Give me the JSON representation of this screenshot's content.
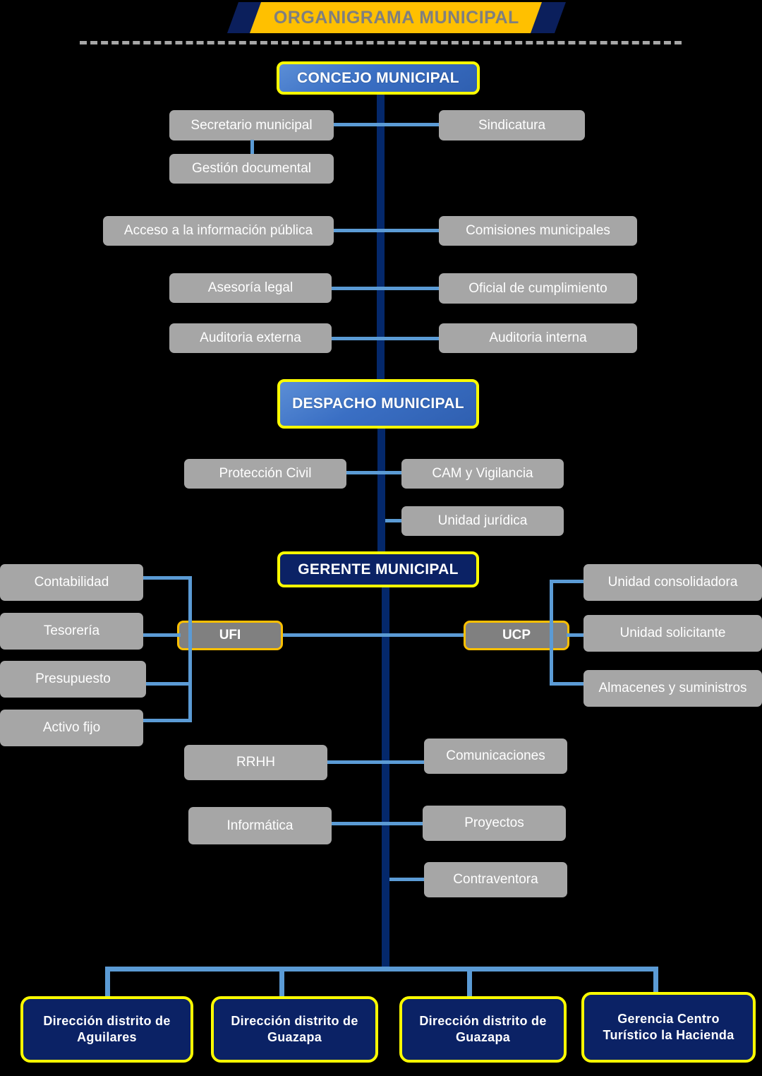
{
  "title": {
    "text": "ORGANIGRAMA MUNICIPAL"
  },
  "colors": {
    "background": "#000000",
    "banner_accent": "#ffc000",
    "banner_dark": "#0b1f5c",
    "banner_text": "#7f7f7f",
    "node_gray": "#a6a6a6",
    "node_unit_gray": "#808080",
    "node_navy": "#0b2265",
    "node_primary_blue": "#3a6fc4",
    "outline_yellow": "#ffff00",
    "outline_gold": "#ffc000",
    "trunk_navy": "#04286b",
    "link_blue": "#5b9bd5",
    "dash_gray": "#a6a6a6"
  },
  "nodes": {
    "concejo_municipal": "CONCEJO MUNICIPAL",
    "despacho_municipal": "DESPACHO MUNICIPAL",
    "gerente_municipal": "GERENTE MUNICIPAL",
    "secretario_municipal": "Secretario municipal",
    "gestion_documental": "Gestión documental",
    "sindicatura": "Sindicatura",
    "acceso_informacion": "Acceso a la información pública",
    "comisiones_municipales": "Comisiones municipales",
    "asesoria_legal": "Asesoría legal",
    "oficial_cumplimiento": "Oficial de cumplimiento",
    "auditoria_externa": "Auditoria externa",
    "auditoria_interna": "Auditoria interna",
    "proteccion_civil": "Protección Civil",
    "cam_vigilancia": "CAM y Vigilancia",
    "unidad_juridica": "Unidad jurídica",
    "ufi": "UFI",
    "ucp": "UCP",
    "contabilidad": "Contabilidad",
    "tesoreria": "Tesorería",
    "presupuesto": "Presupuesto",
    "activo_fijo": "Activo fijo",
    "unidad_consolidadora": "Unidad consolidadora",
    "unidad_solicitante": "Unidad solicitante",
    "almacenes_suministros": "Almacenes y suministros",
    "rrhh": "RRHH",
    "comunicaciones": "Comunicaciones",
    "informatica": "Informática",
    "proyectos": "Proyectos",
    "contraventora": "Contraventora",
    "distrito_aguilares": "Dirección distrito de Aguilares",
    "distrito_guazapa_1": "Dirección distrito de Guazapa",
    "distrito_guazapa_2": "Dirección distrito de Guazapa",
    "gerencia_centro_turistico": "Gerencia Centro Turístico la Hacienda"
  },
  "hierarchy": {
    "root": "CONCEJO MUNICIPAL",
    "levels": [
      {
        "parent": "CONCEJO MUNICIPAL",
        "staff_left": [
          "Secretario municipal",
          "Gestión documental",
          "Acceso a la información pública",
          "Asesoría legal",
          "Auditoria externa"
        ],
        "staff_right": [
          "Sindicatura",
          "Comisiones municipales",
          "Oficial de cumplimiento",
          "Auditoria interna"
        ]
      },
      {
        "parent": "DESPACHO MUNICIPAL",
        "staff_left": [
          "Protección Civil"
        ],
        "staff_right": [
          "CAM y Vigilancia",
          "Unidad jurídica"
        ]
      },
      {
        "parent": "GERENTE MUNICIPAL",
        "staff_left": [
          "UFI",
          "RRHH",
          "Informática"
        ],
        "staff_right": [
          "UCP",
          "Comunicaciones",
          "Proyectos",
          "Contraventora"
        ],
        "ufi_children": [
          "Contabilidad",
          "Tesorería",
          "Presupuesto",
          "Activo fijo"
        ],
        "ucp_children": [
          "Unidad consolidadora",
          "Unidad solicitante",
          "Almacenes y suministros"
        ],
        "districts": [
          "Dirección distrito de Aguilares",
          "Dirección distrito de Guazapa",
          "Dirección distrito de Guazapa",
          "Gerencia Centro Turístico la Hacienda"
        ]
      }
    ]
  }
}
